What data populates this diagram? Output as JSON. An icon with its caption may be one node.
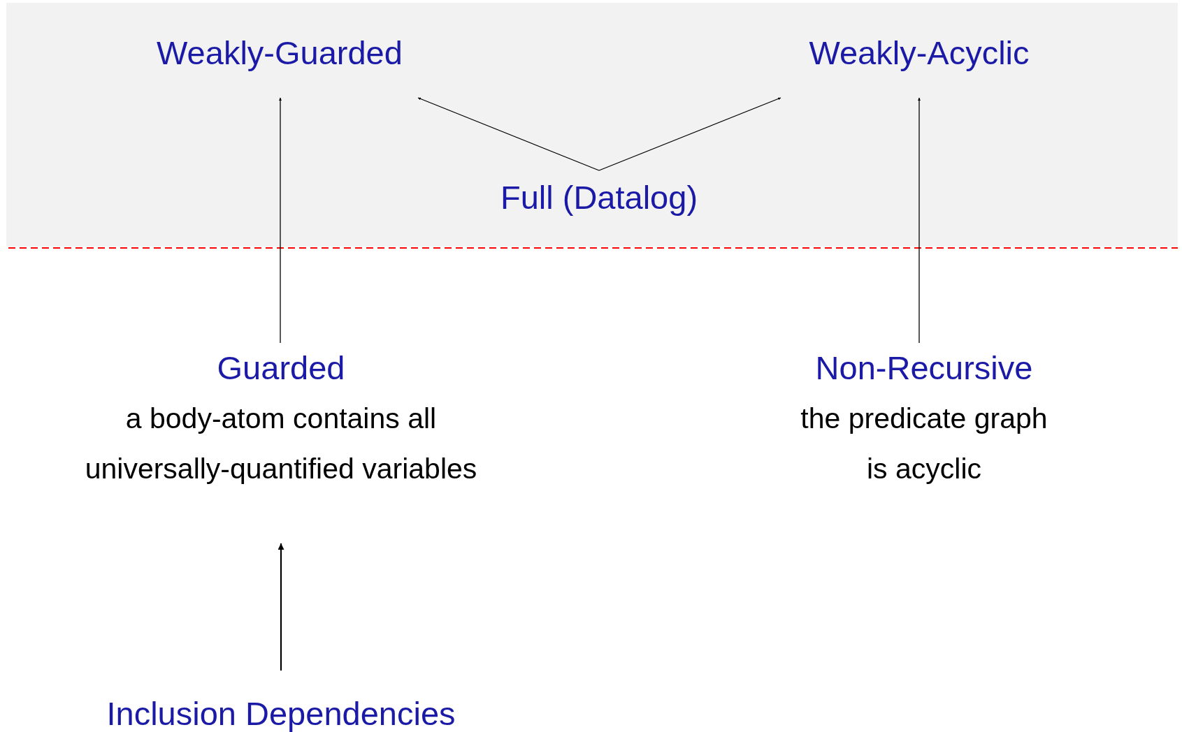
{
  "diagram": {
    "nodes": [
      {
        "text": [
          "Weakly-Guarded"
        ]
      },
      {
        "text": [
          "Weakly-Acyclic"
        ]
      },
      {
        "text": [
          "Full (Datalog)"
        ]
      },
      {
        "text": [
          "Guarded",
          "a body-atom contains all universally-quantified variables"
        ]
      },
      {
        "text": [
          "Non-Recursive",
          "the predicate graph is acyclic"
        ]
      },
      {
        "text": [
          "Inclusion Dependencies"
        ]
      }
    ],
    "edges": [
      {
        "from": 3,
        "to": 0,
        "arrow": "to"
      },
      {
        "from": 2,
        "to": 0,
        "arrow": "to"
      },
      {
        "from": 2,
        "to": 1,
        "arrow": "to"
      },
      {
        "from": 4,
        "to": 1,
        "arrow": "to"
      },
      {
        "from": 5,
        "to": 3,
        "arrow": "to"
      }
    ]
  }
}
